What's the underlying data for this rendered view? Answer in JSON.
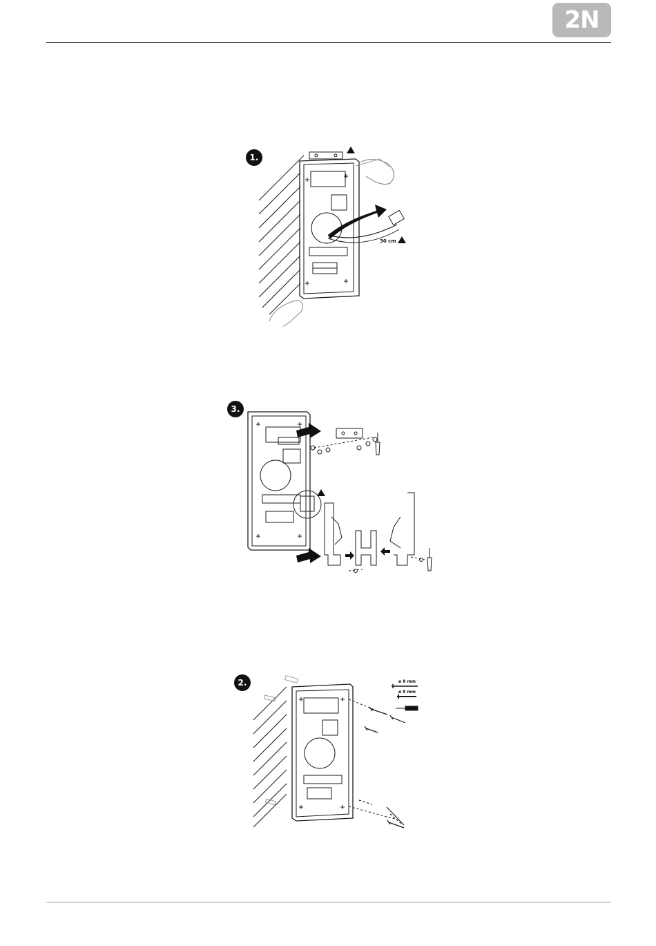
{
  "header": {
    "logo_text": "2N"
  },
  "steps": {
    "step1": {
      "number": "1.",
      "cable_length": "30 cm"
    },
    "step3": {
      "number": "3."
    },
    "step2": {
      "number": "2.",
      "drill_label": "ø 8 mm",
      "plug_label": "ø 8 mm"
    }
  },
  "colors": {
    "logo_bg": "#b9b9b9",
    "line": "#1a1a1a",
    "rule": "#555555"
  },
  "icons": [
    "warning-icon",
    "screwdriver-icon",
    "drill-bit-icon",
    "wall-plug-icon",
    "screw-icon",
    "arrow-icon",
    "hand-icon",
    "cable-icon"
  ]
}
